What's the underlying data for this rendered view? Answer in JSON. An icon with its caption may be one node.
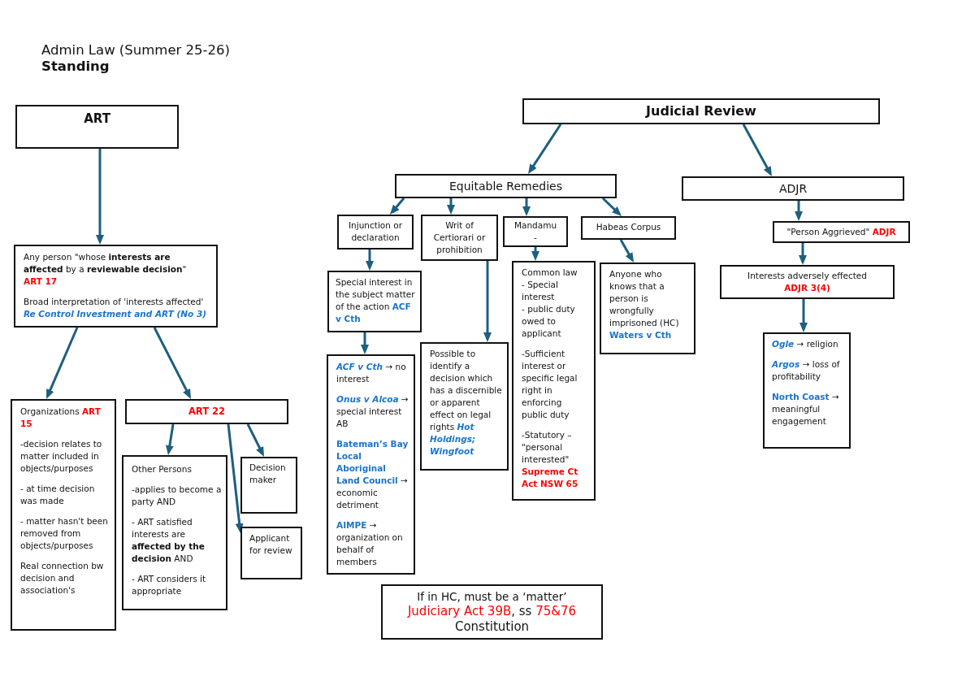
{
  "diagram": {
    "title": "Admin Law (Summer 25-26)",
    "nodes": [
      {
        "text": [
          "ART"
        ]
      },
      {
        "text": [
          "Any person \"whose **interests are affected** by a **reviewable decision**\"",
          "ART 17",
          "Broad interpretation of 'interests affected' *Re Control Investment and ART (No 3)*"
        ]
      },
      {
        "text": [
          "Organizations **ART 15**",
          "-decision relates to matter included in objects/purposes",
          "- at time decision was made",
          "- matter hasn't been removed from objects/purposes",
          "Real connection bw decision and association's"
        ]
      },
      {
        "text": [
          "ART 22"
        ]
      },
      {
        "text": [
          "Other Persons",
          "-applies to become a party AND",
          "- ART satisfied interests are **affected by the decision** AND",
          "- ART considers it appropriate"
        ]
      },
      {
        "text": [
          "Decision maker"
        ]
      },
      {
        "text": [
          "Applicant for review"
        ]
      },
      {
        "text": [
          "Judicial Review"
        ]
      },
      {
        "text": [
          "Equitable Remedies"
        ]
      },
      {
        "text": [
          "ADJR"
        ]
      },
      {
        "text": [
          "Injunction or declaration"
        ]
      },
      {
        "text": [
          "Writ of Certiorari or prohibition"
        ]
      },
      {
        "text": [
          "Mandamu -"
        ]
      },
      {
        "text": [
          "Habeas Corpus"
        ]
      },
      {
        "text": [
          "\"Person Aggrieved\" **ADJR**"
        ]
      },
      {
        "text": [
          "Special interest in the subject matter of the action **ACF v Cth**"
        ]
      },
      {
        "text": [
          "Common law",
          "- Special interest",
          "- public duty owed to applicant",
          "-Sufficient interest or specific legal right in enforcing public duty",
          "-Statutory – \"personal interested\" **Supreme Ct Act NSW 65**"
        ]
      },
      {
        "text": [
          "Anyone who knows that a person is wrongfully imprisoned (HC) **Waters v Cth**"
        ]
      },
      {
        "text": [
          "Interests adversely effected",
          "ADJR 3(4)"
        ]
      },
      {
        "text": [
          "*ACF v Cth* → no interest",
          "*Onus v Alcoa* → special interest AB",
          "**Bateman’s Bay Local Aboriginal Land Council** → economic detriment",
          "**AIMPE** → organization on behalf of members"
        ]
      },
      {
        "text": [
          "Possible to identify a decision which has a discernible or apparent effect on legal rights *Hot Holdings; Wingfoot*"
        ]
      },
      {
        "text": [
          "*Ogle* → religion",
          "*Argos* → loss of profitability",
          "**North Coast** → meaningful engagement"
        ]
      },
      {
        "text": [
          "If in HC, must be a ‘matter’",
          "**Judiciary Act 39B**, ss **75&76** Constitution"
        ]
      }
    ],
    "edges": [
      {
        "from": 0,
        "to": 1,
        "arrow": "to"
      },
      {
        "from": 1,
        "to": 2,
        "arrow": "to"
      },
      {
        "from": 1,
        "to": 3,
        "arrow": "to"
      },
      {
        "from": 3,
        "to": 4,
        "arrow": "to"
      },
      {
        "from": 3,
        "to": 6,
        "arrow": "to"
      },
      {
        "from": 3,
        "to": 5,
        "arrow": "to"
      },
      {
        "from": 7,
        "to": 8,
        "arrow": "to"
      },
      {
        "from": 7,
        "to": 9,
        "arrow": "to"
      },
      {
        "from": 8,
        "to": 10,
        "arrow": "to"
      },
      {
        "from": 8,
        "to": 11,
        "arrow": "to"
      },
      {
        "from": 8,
        "to": 12,
        "arrow": "to"
      },
      {
        "from": 8,
        "to": 13,
        "arrow": "to"
      },
      {
        "from": 9,
        "to": 14,
        "arrow": "to"
      },
      {
        "from": 10,
        "to": 15,
        "arrow": "to"
      },
      {
        "from": 11,
        "to": 20,
        "arrow": "to"
      },
      {
        "from": 12,
        "to": 16,
        "arrow": "to"
      },
      {
        "from": 13,
        "to": 17,
        "arrow": "to"
      },
      {
        "from": 14,
        "to": 18,
        "arrow": "to"
      },
      {
        "from": 15,
        "to": 19,
        "arrow": "to"
      },
      {
        "from": 18,
        "to": 21,
        "arrow": "to"
      }
    ],
    "labels": [
      "Standing"
    ]
  }
}
